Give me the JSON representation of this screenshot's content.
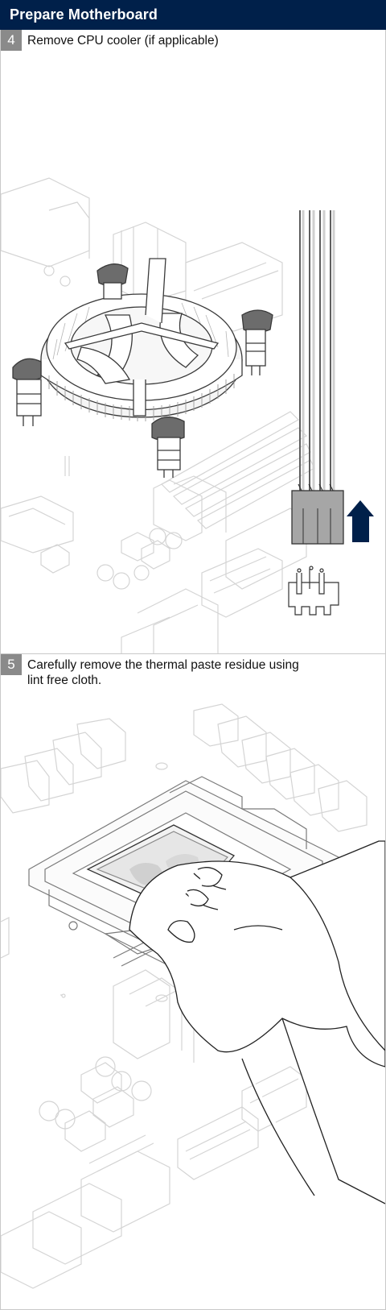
{
  "header": {
    "title": "Prepare Motherboard"
  },
  "steps": [
    {
      "number": "4",
      "text": "Remove CPU cooler (if applicable)"
    },
    {
      "number": "5",
      "text": "Carefully remove the thermal paste residue using lint free cloth."
    }
  ],
  "colors": {
    "header_bg": "#00204a",
    "arrow": "#00204a",
    "badge": "#8a8a8a"
  }
}
